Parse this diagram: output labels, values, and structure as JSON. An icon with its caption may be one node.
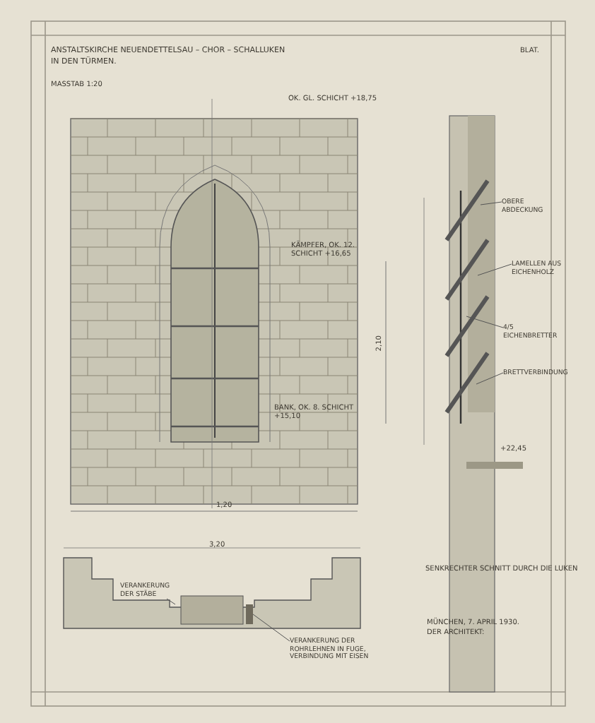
{
  "diagram": {
    "title": "ANSTALTSKIRCHE NEUENDETTELSAU – CHOR – SCHALLUKEN IN DEN TÜRMEN.",
    "nodes": [
      {
        "text": [
          "VERANKERUNG DER STÄBE"
        ]
      },
      {
        "text": [
          "VERANKERUNG DER ROHRLEHNEN IN FUGE, VERBINDUNG MIT EISEN"
        ]
      },
      {
        "text": [
          "OBERE ABDECKUNG"
        ]
      },
      {
        "text": [
          "LAMELLEN AUS EICHENHOLZ"
        ]
      },
      {
        "text": [
          "4/5 EICHENBRETTER"
        ]
      },
      {
        "text": [
          "BRETTVERBINDUNG"
        ]
      },
      {
        "text": [],
        "shape": "bar"
      }
    ],
    "edges": [
      {
        "from": 0,
        "to": null,
        "arrow": "none"
      },
      {
        "from": 1,
        "to": 6,
        "arrow": "none"
      },
      {
        "from": 2,
        "to": null,
        "arrow": "none"
      },
      {
        "from": 3,
        "to": null,
        "arrow": "none"
      },
      {
        "from": 4,
        "to": null,
        "arrow": "none"
      },
      {
        "from": 5,
        "to": null,
        "arrow": "none"
      }
    ],
    "labels": [
      "MASSTAB 1:20",
      "BLAT.",
      "OK. GL. SCHICHT +18,75",
      "KÄMPFER, OK. 12. SCHICHT +16,65",
      "BANK, OK. 8. SCHICHT +15,10",
      "2,10",
      "1,20",
      "3,20",
      "+22,45",
      "SENKRECHTER SCHNITT DURCH DIE LUKEN",
      "MÜNCHEN, 7. APRIL 1930.",
      "DER ARCHITEKT:"
    ]
  }
}
